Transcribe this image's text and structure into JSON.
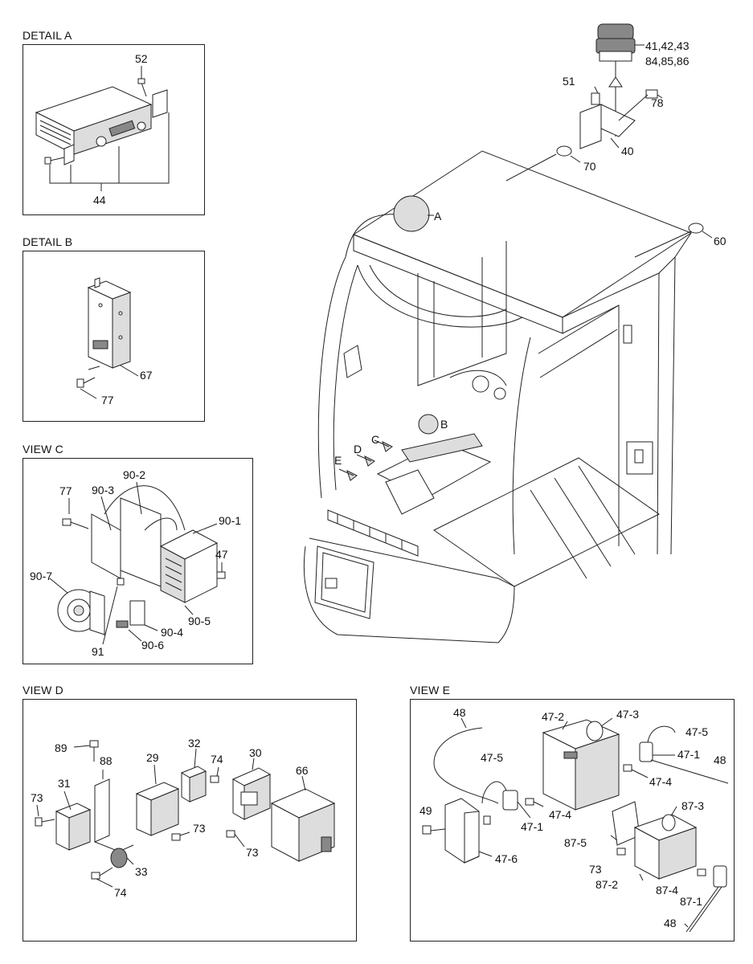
{
  "panels": {
    "detail_a": "DETAIL A",
    "detail_b": "DETAIL B",
    "view_c": "VIEW C",
    "view_d": "VIEW D",
    "view_e": "VIEW E"
  },
  "labels": {
    "a52": "52",
    "a44": "44",
    "b67": "67",
    "b77": "77",
    "c77": "77",
    "c90_3": "90-3",
    "c90_2": "90-2",
    "c90_1": "90-1",
    "c47": "47",
    "c90_7": "90-7",
    "c90_5": "90-5",
    "c90_4": "90-4",
    "c91": "91",
    "c90_6": "90-6",
    "m41": "41,42,43",
    "m84": "84,85,86",
    "m51": "51",
    "m78": "78",
    "m40": "40",
    "m70": "70",
    "m60": "60",
    "mA": "A",
    "mB": "B",
    "mC": "C",
    "mD": "D",
    "mE": "E",
    "d89": "89",
    "d88": "88",
    "d31": "31",
    "d73a": "73",
    "d29": "29",
    "d32": "32",
    "d74a": "74",
    "d30": "30",
    "d66": "66",
    "d73b": "73",
    "d73c": "73",
    "d33": "33",
    "d74b": "74",
    "e48a": "48",
    "e47_2": "47-2",
    "e47_3": "47-3",
    "e47_5a": "47-5",
    "e47_1a": "47-1",
    "e48b": "48",
    "e47_5b": "47-5",
    "e47_4a": "47-4",
    "e47_4b": "47-4",
    "e49": "49",
    "e47_1b": "47-1",
    "e47_6": "47-6",
    "e87_3": "87-3",
    "e87_5": "87-5",
    "e73": "73",
    "e87_2": "87-2",
    "e87_4": "87-4",
    "e87_1": "87-1",
    "e48c": "48"
  }
}
